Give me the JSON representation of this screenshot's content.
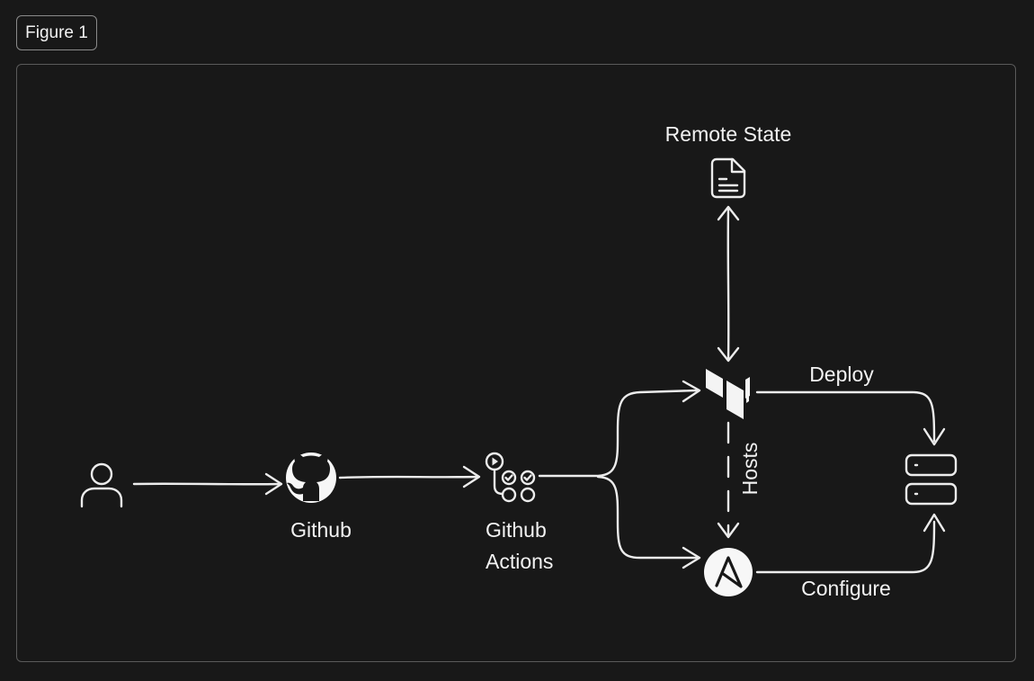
{
  "figure": {
    "label": "Figure 1"
  },
  "nodes": {
    "user": {
      "icon": "user-icon"
    },
    "github": {
      "icon": "github-icon",
      "label": "Github"
    },
    "github_actions": {
      "icon": "github-actions-icon",
      "label_line1": "Github",
      "label_line2": "Actions"
    },
    "remote_state": {
      "icon": "document-icon",
      "label": "Remote State"
    },
    "terraform": {
      "icon": "terraform-icon"
    },
    "ansible": {
      "icon": "ansible-icon"
    },
    "servers": {
      "icon": "server-icon"
    }
  },
  "edges": {
    "deploy": "Deploy",
    "configure": "Configure",
    "hosts": "Hosts"
  },
  "colors": {
    "background": "#181818",
    "stroke": "#ececec",
    "text": "#f2f2f2"
  }
}
